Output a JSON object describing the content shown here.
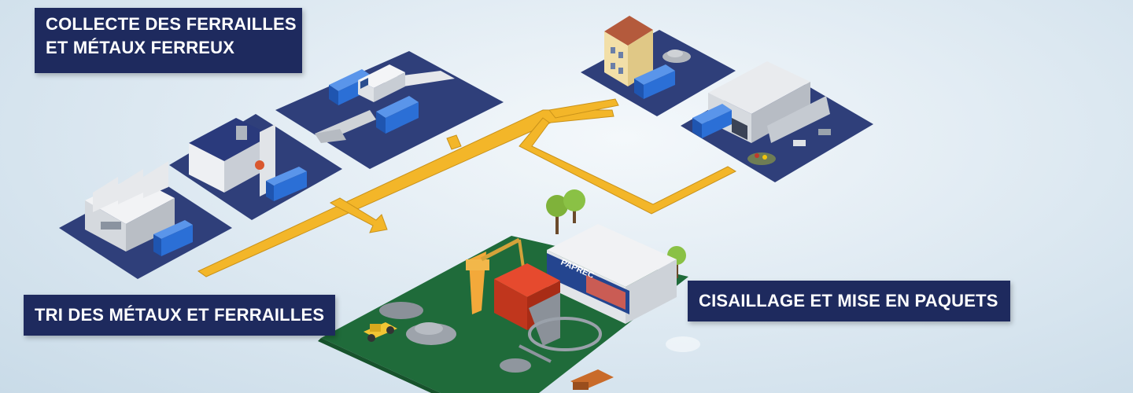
{
  "labels": {
    "collect_line1": "COLLECTE DES FERRAILLES",
    "collect_line2": "ET MÉTAUX FERREUX",
    "sort": "TRI DES MÉTAUX ET FERRAILLES",
    "shear": "CISAILLAGE ET MISE EN PAQUETS"
  },
  "brand": {
    "name": "PAPREC"
  },
  "colors": {
    "label_bg": "#1e2a5e",
    "platform": "#2f3f7a",
    "ground": "#1f6b3a",
    "route": "#f3b629",
    "container": "#2b6fd6"
  },
  "icons": [
    "factory-icon",
    "workshop-icon",
    "truck-icon",
    "container-icon",
    "house-icon",
    "warehouse-icon",
    "crane-icon",
    "shear-press-icon",
    "loader-icon",
    "tree-icon",
    "scrap-pile-icon"
  ]
}
